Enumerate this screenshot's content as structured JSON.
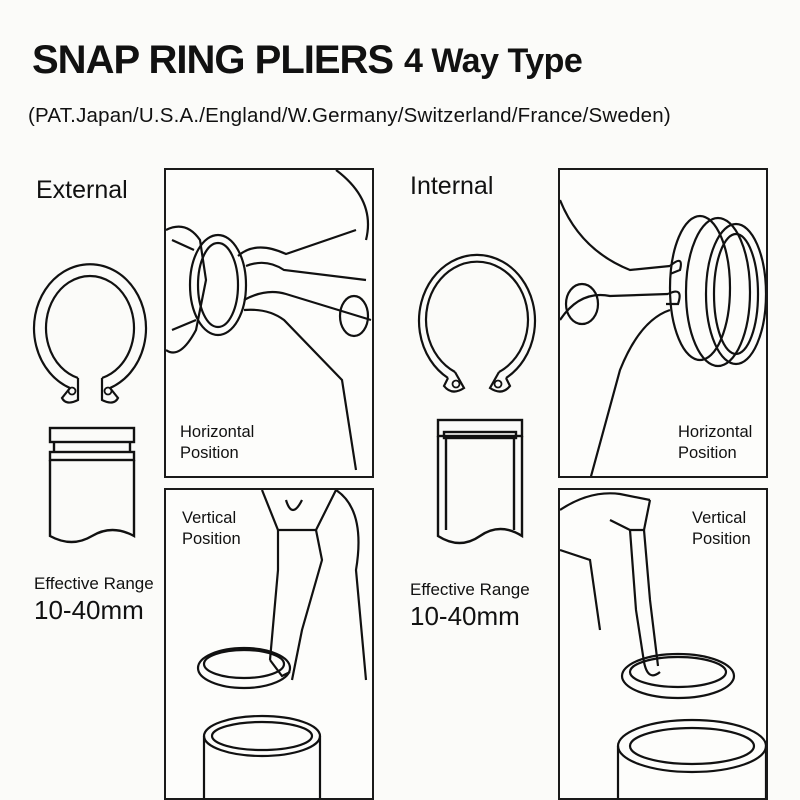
{
  "header": {
    "title": "SNAP RING PLIERS",
    "subtitle": "4 Way Type",
    "patents": "(PAT.Japan/U.S.A./England/W.Germany/Switzerland/France/Sweden)"
  },
  "external": {
    "label": "External",
    "range_label": "Effective Range",
    "range_value": "10-40mm",
    "horizontal_label": "Horizontal\nPosition",
    "vertical_label": "Vertical\nPosition"
  },
  "internal": {
    "label": "Internal",
    "range_label": "Effective Range",
    "range_value": "10-40mm",
    "horizontal_label": "Horizontal\nPosition",
    "vertical_label": "Vertical\nPosition"
  }
}
